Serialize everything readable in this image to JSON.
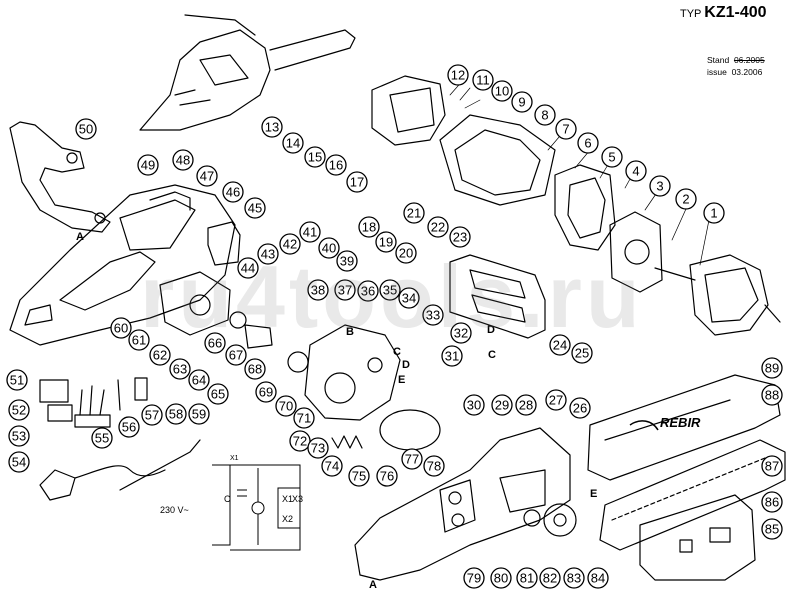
{
  "header": {
    "type_prefix": "TYP",
    "model": "KZ1-400",
    "stand_label": "Stand",
    "stand_date": "06.2005",
    "issue_label": "issue",
    "issue_date": "03.2006"
  },
  "watermark": "ru4tools.ru",
  "bar_brand": "REBIR",
  "letter_marks": [
    "A",
    "A",
    "B",
    "C",
    "C",
    "D",
    "D",
    "E",
    "E"
  ],
  "wiring": {
    "voltage": "230 V~",
    "capacitor": "C",
    "terminals": [
      "X1",
      "X2",
      "X3",
      "X1"
    ]
  },
  "part_numbers": [
    "1",
    "2",
    "3",
    "4",
    "5",
    "6",
    "7",
    "8",
    "9",
    "10",
    "11",
    "12",
    "13",
    "14",
    "15",
    "16",
    "17",
    "18",
    "19",
    "20",
    "21",
    "22",
    "23",
    "24",
    "25",
    "26",
    "27",
    "28",
    "29",
    "30",
    "31",
    "32",
    "33",
    "34",
    "35",
    "36",
    "37",
    "38",
    "39",
    "40",
    "41",
    "42",
    "43",
    "44",
    "45",
    "46",
    "47",
    "48",
    "49",
    "50",
    "51",
    "52",
    "53",
    "54",
    "55",
    "56",
    "57",
    "58",
    "59",
    "60",
    "61",
    "62",
    "63",
    "64",
    "65",
    "66",
    "67",
    "68",
    "69",
    "70",
    "71",
    "72",
    "73",
    "74",
    "75",
    "76",
    "77",
    "78",
    "79",
    "80",
    "81",
    "82",
    "83",
    "84",
    "85",
    "86",
    "87",
    "88",
    "89"
  ],
  "colors": {
    "ink": "#000000",
    "paper": "#ffffff",
    "fill": "#ffffff"
  }
}
